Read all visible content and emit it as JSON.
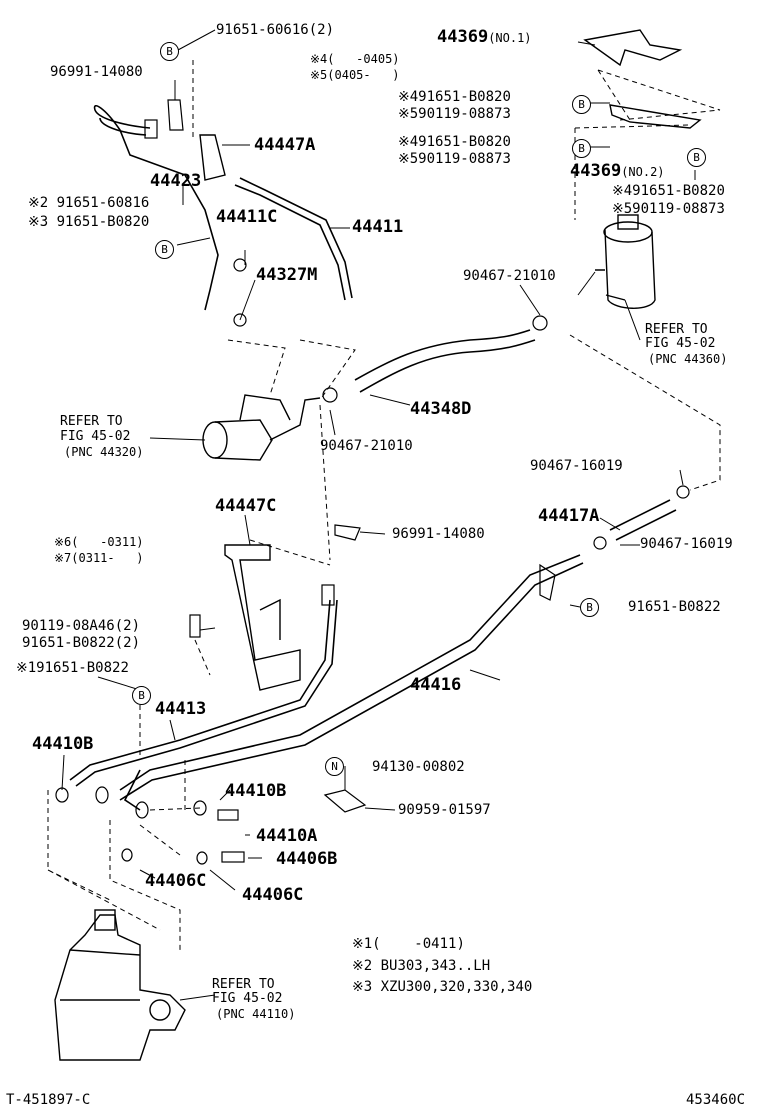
{
  "parts": {
    "p91651_60616": "91651-60616(2)",
    "p96991_14080_top": "96991-14080",
    "p44447A": "44447A",
    "p44423": "44423",
    "p44411C": "44411C",
    "p44411": "44411",
    "p44327M": "44327M",
    "p44369_no1": "44369",
    "p44369_no1_suffix": "(NO.1)",
    "p44369_no2": "44369",
    "p44369_no2_suffix": "(NO.2)",
    "p90467_21010_a": "90467-21010",
    "p44348D": "44348D",
    "p90467_21010_b": "90467-21010",
    "p90467_16019_a": "90467-16019",
    "p44417A": "44417A",
    "p90467_16019_b": "90467-16019",
    "p44447C": "44447C",
    "p96991_14080_mid": "96991-14080",
    "p91651_B0822_right": "91651-B0822",
    "p44416": "44416",
    "p90119_08A46": "90119-08A46(2)",
    "p91651_B0822_2": "91651-B0822(2)",
    "p1_91651_B0822": "※191651-B0822",
    "p44413": "44413",
    "p44410B_left": "44410B",
    "p94130_00802": "94130-00802",
    "p44410B_mid": "44410B",
    "p90959_01597": "90959-01597",
    "p44410A": "44410A",
    "p44406B": "44406B",
    "p44406C_a": "44406C",
    "p44406C_b": "44406C"
  },
  "notes": {
    "n2_a": "※2 91651-60816",
    "n3_a": "※3 91651-B0820",
    "n4_top": "※4(   -0405)",
    "n5_top": "※5(0405-   )",
    "n4_a": "※491651-B0820",
    "n5_a": "※590119-08873",
    "n4_b": "※491651-B0820",
    "n5_b": "※590119-08873",
    "n4_c": "※491651-B0820",
    "n5_c": "※590119-08873",
    "n6": "※6(   -0311)",
    "n7": "※7(0311-   )"
  },
  "refs": {
    "r1_l1": "REFER TO",
    "r1_l2": "FIG 45-02",
    "r1_l3": "(PNC 44360)",
    "r2_l1": "REFER TO",
    "r2_l2": "FIG 45-02",
    "r2_l3": "(PNC 44320)",
    "r3_l1": "REFER TO",
    "r3_l2": "FIG 45-02",
    "r3_l3": "(PNC 44110)"
  },
  "legend": {
    "l1": "※1(    -0411)",
    "l2": "※2 BU303,343..LH",
    "l3": "※3 XZU300,320,330,340"
  },
  "bubbles": {
    "b": "B",
    "n": "N"
  },
  "footer": {
    "left": "T-451897-C",
    "right": "453460C"
  }
}
